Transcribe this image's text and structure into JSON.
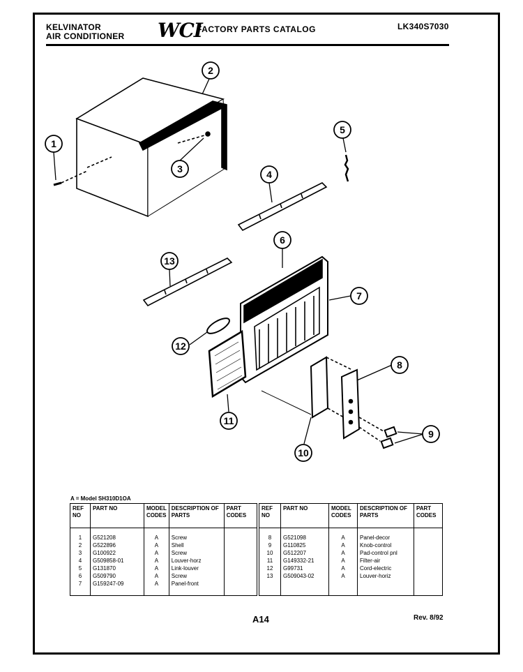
{
  "header": {
    "brand_line1": "KELVINATOR",
    "brand_line2": "AIR CONDITIONER",
    "logo": "WCI",
    "catalog_title": "FACTORY PARTS CATALOG",
    "catalog_number": "LK340S7030"
  },
  "diagram": {
    "callouts": [
      "1",
      "2",
      "3",
      "4",
      "5",
      "6",
      "7",
      "8",
      "9",
      "10",
      "11",
      "12",
      "13"
    ]
  },
  "model_note": "A = Model SH310D1OA",
  "table": {
    "headers": {
      "ref": "REF NO",
      "part": "PART NO",
      "model": "MODEL CODES",
      "desc": "DESCRIPTION OF PARTS",
      "codes": "PART CODES"
    },
    "left_rows": [
      {
        "ref": "1",
        "part": "G521208",
        "model": "A",
        "desc": "Screw"
      },
      {
        "ref": "2",
        "part": "G522896",
        "model": "A",
        "desc": "Shell"
      },
      {
        "ref": "3",
        "part": "G100922",
        "model": "A",
        "desc": "Screw"
      },
      {
        "ref": "4",
        "part": "G509858-01",
        "model": "A",
        "desc": "Louver-horz"
      },
      {
        "ref": "5",
        "part": "G131870",
        "model": "A",
        "desc": "Link-louver"
      },
      {
        "ref": "6",
        "part": "G509790",
        "model": "A",
        "desc": "Screw"
      },
      {
        "ref": "7",
        "part": "G159247-09",
        "model": "A",
        "desc": "Panel-front"
      }
    ],
    "right_rows": [
      {
        "ref": "8",
        "part": "G521098",
        "model": "A",
        "desc": "Panel-decor"
      },
      {
        "ref": "9",
        "part": "G110825",
        "model": "A",
        "desc": "Knob-control"
      },
      {
        "ref": "10",
        "part": "G512207",
        "model": "A",
        "desc": "Pad-control pnl"
      },
      {
        "ref": "11",
        "part": "G149332-21",
        "model": "A",
        "desc": "Filter-air"
      },
      {
        "ref": "12",
        "part": "G99731",
        "model": "A",
        "desc": "Cord-electric"
      },
      {
        "ref": "13",
        "part": "G509043-02",
        "model": "A",
        "desc": "Louver-horiz"
      }
    ]
  },
  "footer": {
    "page": "A14",
    "revision": "Rev. 8/92"
  }
}
